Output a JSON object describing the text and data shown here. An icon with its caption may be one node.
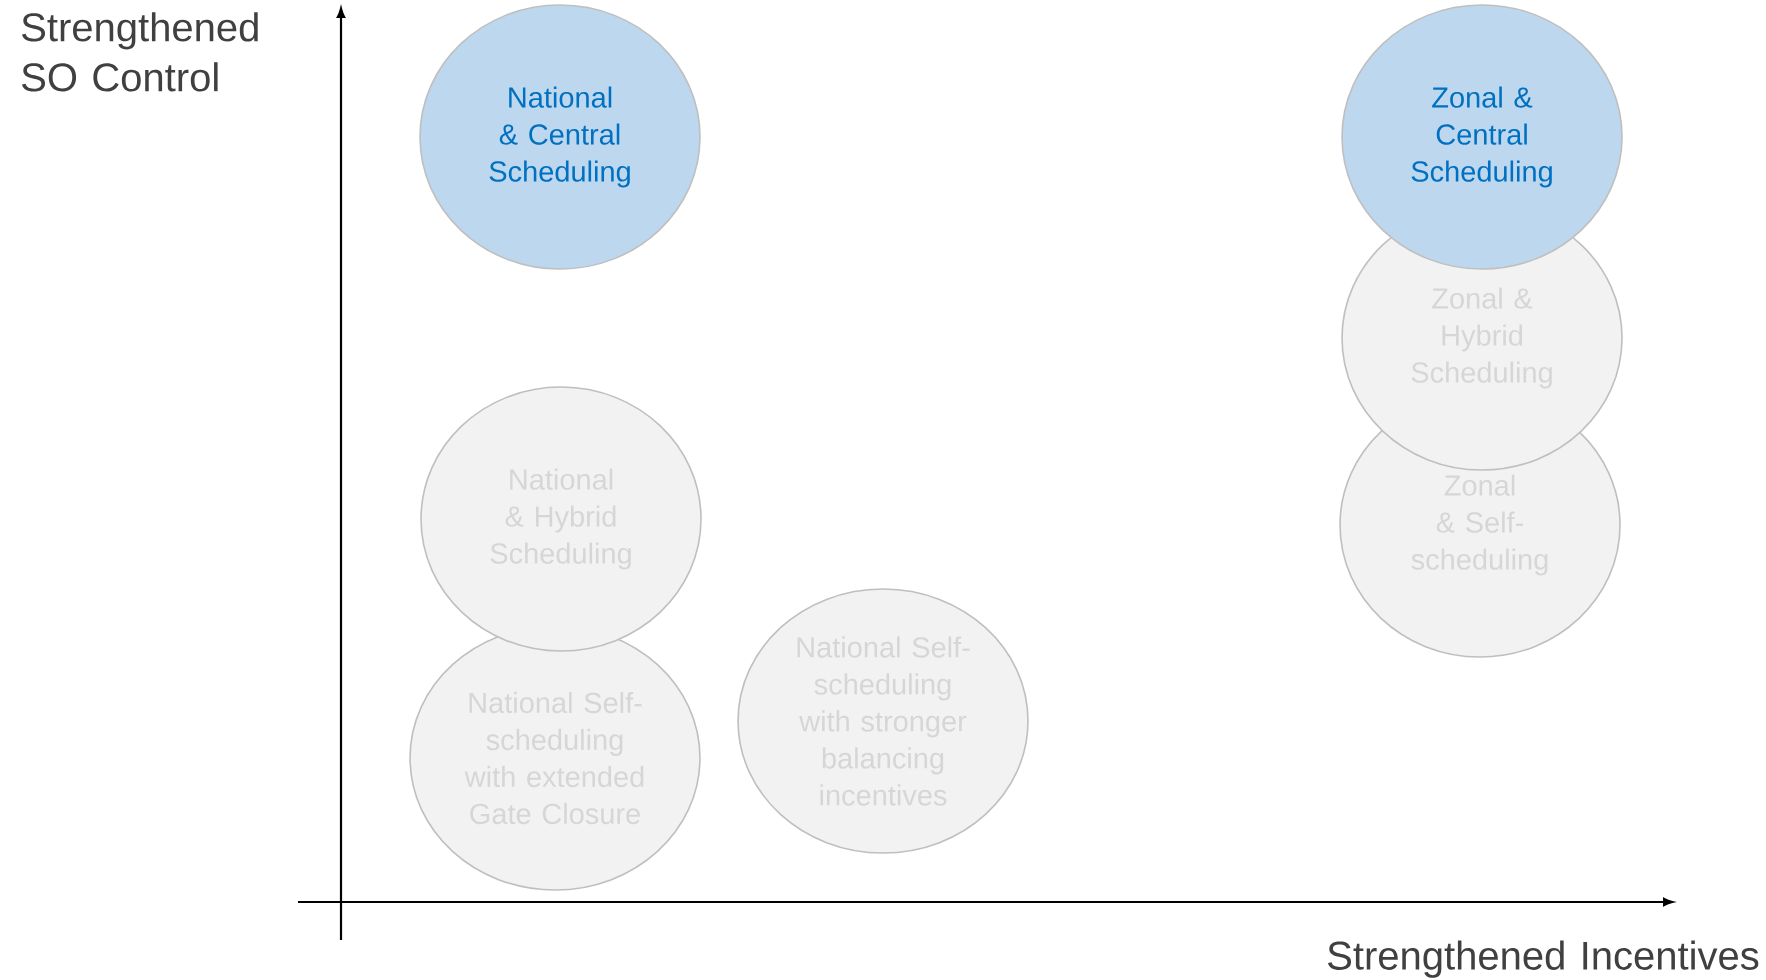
{
  "diagram": {
    "nodes": [
      {
        "text": [
          "National & Central Scheduling"
        ]
      },
      {
        "text": [
          "National & Hybrid Scheduling"
        ]
      },
      {
        "text": [
          "National Self-scheduling with extended Gate Closure"
        ]
      },
      {
        "text": [
          "National Self-scheduling with stronger balancing incentives"
        ]
      },
      {
        "text": [
          "Zonal & Central Scheduling"
        ]
      },
      {
        "text": [
          "Zonal & Hybrid Scheduling"
        ]
      },
      {
        "text": [
          "Zonal & Self-scheduling"
        ]
      }
    ],
    "labels": [
      "Strengthened SO Control",
      "Strengthened Incentives"
    ]
  }
}
